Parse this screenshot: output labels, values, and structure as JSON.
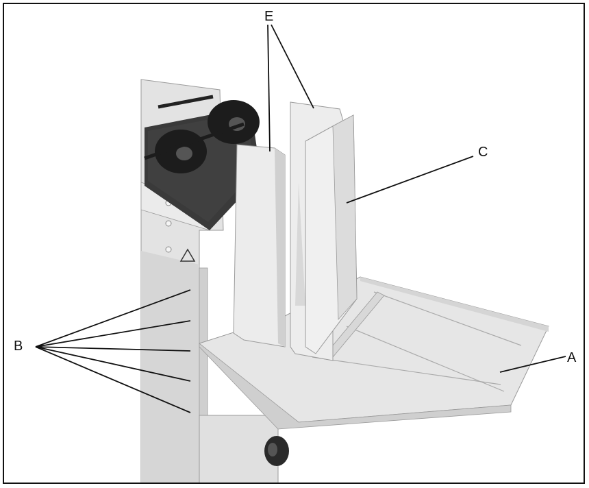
{
  "labels": {
    "a": "A",
    "b": "B",
    "c": "C",
    "e": "E"
  },
  "colors": {
    "line": "#111111",
    "panel": "#e6e6e6",
    "panel_shade": "#cfcfcf",
    "panel_dark": "#bdbdbd",
    "belt": "#3a3a3a",
    "wheel": "#1c1c1c",
    "knob": "#2a2a2a"
  }
}
